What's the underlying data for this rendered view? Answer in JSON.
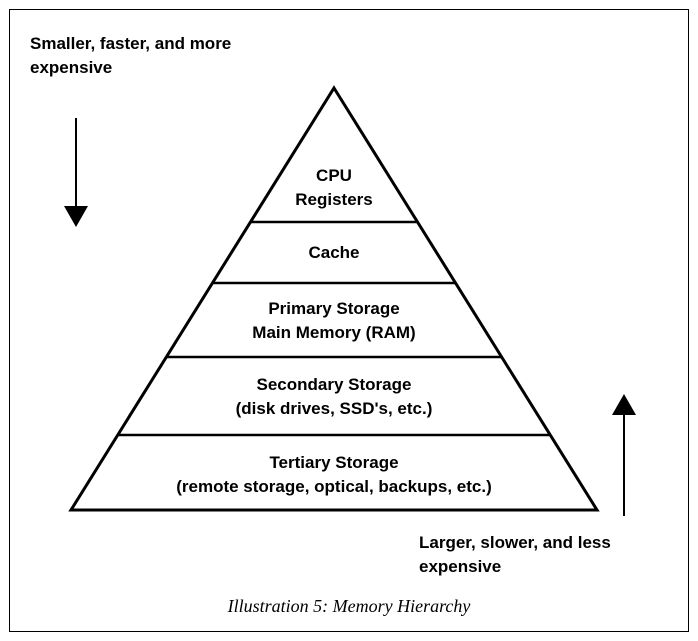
{
  "top_note": [
    "Smaller, faster, and more",
    "expensive"
  ],
  "bottom_note": [
    "Larger, slower, and less",
    "expensive"
  ],
  "levels": [
    {
      "lines": [
        "CPU",
        "Registers"
      ]
    },
    {
      "lines": [
        "Cache"
      ]
    },
    {
      "lines": [
        "Primary Storage",
        "Main Memory (RAM)"
      ]
    },
    {
      "lines": [
        "Secondary Storage",
        "(disk drives, SSD's, etc.)"
      ]
    },
    {
      "lines": [
        "Tertiary Storage",
        "(remote storage, optical, backups, etc.)"
      ]
    }
  ],
  "caption": "Illustration 5: Memory Hierarchy"
}
